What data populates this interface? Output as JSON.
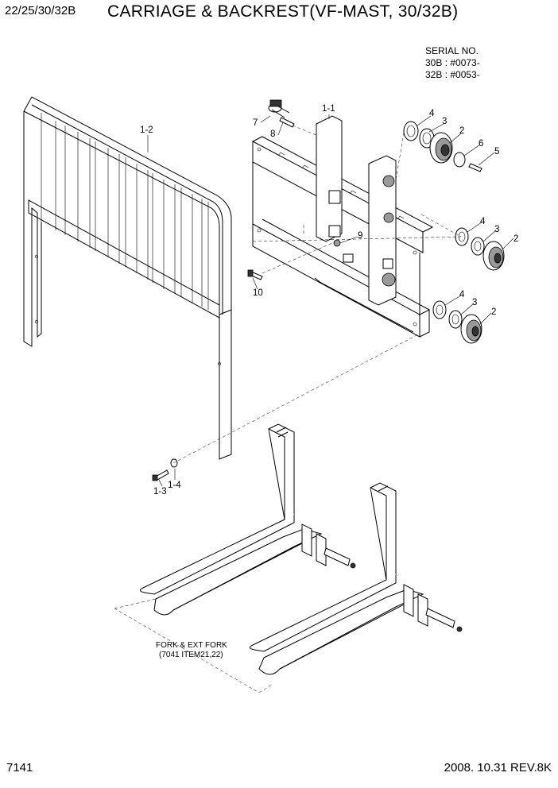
{
  "header": {
    "model": "22/25/30/32B",
    "title": "CARRIAGE & BACKREST(VF-MAST, 30/32B)"
  },
  "serial": {
    "heading": "SERIAL NO.",
    "line1": "30B : #0073-",
    "line2": "32B : #0053-"
  },
  "callouts": {
    "c_1_1": "1-1",
    "c_1_2": "1-2",
    "c_1_3": "1-3",
    "c_1_4": "1-4",
    "c_2": "2",
    "c_3": "3",
    "c_4": "4",
    "c_5": "5",
    "c_6": "6",
    "c_7": "7",
    "c_8": "8",
    "c_9": "9",
    "c_10": "10"
  },
  "fork_note": {
    "line1": "FORK & EXT FORK",
    "line2": "(7041 ITEM21,22)"
  },
  "footer": {
    "page": "7141",
    "revision": "2008. 10.31  REV.8K"
  }
}
